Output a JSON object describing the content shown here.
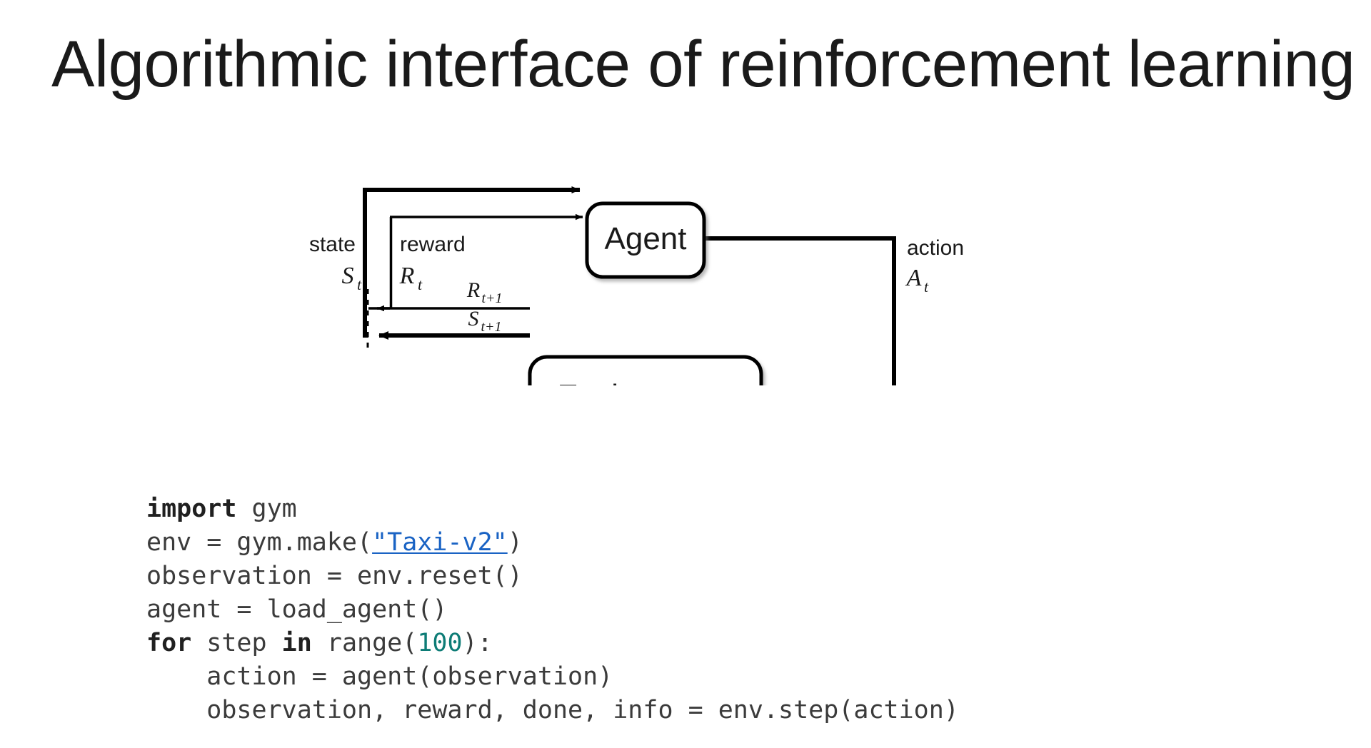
{
  "slide": {
    "title": "Algorithmic interface of reinforcement learning",
    "background_color": "#ffffff",
    "text_color": "#1a1a1a"
  },
  "diagram": {
    "name": "reinforcement-learning-agent-environment-loop",
    "nodes": [
      {
        "id": "agent",
        "label": "Agent"
      },
      {
        "id": "environment",
        "label": "Environment"
      }
    ],
    "edge_labels": [
      {
        "id": "state",
        "word": "state",
        "symbol": "S",
        "subscript": "t"
      },
      {
        "id": "reward",
        "word": "reward",
        "symbol": "R",
        "subscript": "t"
      },
      {
        "id": "action",
        "word": "action",
        "symbol": "A",
        "subscript": "t"
      },
      {
        "id": "reward-next",
        "word": "",
        "symbol": "R",
        "subscript": "t+1"
      },
      {
        "id": "state-next",
        "word": "",
        "symbol": "S",
        "subscript": "t+1"
      }
    ],
    "stroke_color": "#000000",
    "box_fill": "#ffffff"
  },
  "code": {
    "language": "python",
    "colors": {
      "text": "#3b3b3b",
      "keyword": "#202020",
      "number": "#0d7c76",
      "string_link": "#1a63c4"
    },
    "lines": [
      {
        "id": "line-1",
        "tokens": [
          {
            "t": "kw",
            "s": "import"
          },
          {
            "t": "plain",
            "s": " gym"
          }
        ]
      },
      {
        "id": "line-2",
        "tokens": [
          {
            "t": "plain",
            "s": "env = gym.make("
          },
          {
            "t": "str-link",
            "s": "\"Taxi-v2\""
          },
          {
            "t": "plain",
            "s": ")"
          }
        ]
      },
      {
        "id": "line-3",
        "tokens": [
          {
            "t": "plain",
            "s": "observation = env.reset()"
          }
        ]
      },
      {
        "id": "line-4",
        "tokens": [
          {
            "t": "plain",
            "s": "agent = load_agent()"
          }
        ]
      },
      {
        "id": "line-5",
        "tokens": [
          {
            "t": "kw",
            "s": "for"
          },
          {
            "t": "plain",
            "s": " step "
          },
          {
            "t": "kw",
            "s": "in"
          },
          {
            "t": "plain",
            "s": " range("
          },
          {
            "t": "num",
            "s": "100"
          },
          {
            "t": "plain",
            "s": "):"
          }
        ]
      },
      {
        "id": "line-6",
        "tokens": [
          {
            "t": "plain",
            "s": "    action = agent(observation)"
          }
        ]
      },
      {
        "id": "line-7",
        "tokens": [
          {
            "t": "plain",
            "s": "    observation, reward, done, info = env.step(action)"
          }
        ]
      }
    ]
  }
}
